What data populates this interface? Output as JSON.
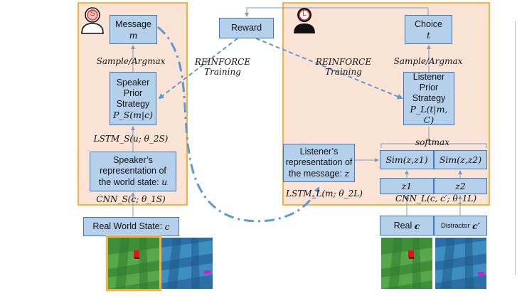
{
  "speaker": {
    "avatar_letter": "S",
    "message_title": "Message",
    "message_var": "m",
    "sample_label": "Sample/Argmax",
    "prior": {
      "l1": "Speaker",
      "l2": "Prior",
      "l3": "Strategy",
      "formula": "P_S(m|c)"
    },
    "lstm_label": "LSTM_S(u; θ_2S)",
    "repr": {
      "l1": "Speaker’s",
      "l2": "representation of",
      "l3": "the world state:",
      "var": "u"
    },
    "cnn_label": "CNN_S(c; θ_1S)",
    "real": {
      "text": "Real World State:",
      "var": "c"
    }
  },
  "reward_label": "Reward",
  "reinforce_left": {
    "l1": "REINFORCE",
    "l2": "Training"
  },
  "reinforce_right": {
    "l1": "REINFORCE",
    "l2": "Training"
  },
  "listener": {
    "avatar_letter": "L",
    "choice_title": "Choice",
    "choice_var": "t",
    "sample_label": "Sample/Argmax",
    "prior": {
      "l1": "Listener",
      "l2": "Prior",
      "l3": "Strategy",
      "formula": "P_L(t|m, C)"
    },
    "softmax_label": "softmax",
    "repr": {
      "l1": "Listener’s",
      "l2": "representation of",
      "l3": "the message:",
      "var": "z"
    },
    "sim1": "Sim(z,z1)",
    "sim2": "Sim(z,z2)",
    "z1": "z1",
    "z2": "z2",
    "lstm_label": "LSTM_L(m; θ_2L)",
    "cnn_label": "CNN_L(c, c′; θ_1L)",
    "real_text": "Real",
    "real_var": "c",
    "distractor_text": "Distractor",
    "distractor_var": "c′"
  },
  "colors": {
    "panel_fill": "#fbe3d6",
    "panel_border": "#f5b13a",
    "box_fill": "#b5d0ea",
    "box_border": "#3a78c0",
    "arrow": "#5b9bd5",
    "speaker_avatar_badge": "#e03a2f"
  }
}
